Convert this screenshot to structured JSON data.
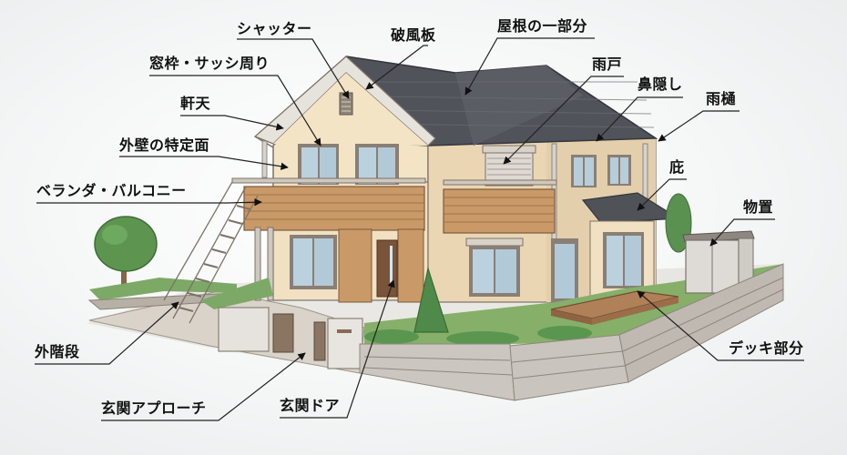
{
  "diagram": {
    "type": "labeled-house-illustration",
    "colors": {
      "background": "#eef0f1",
      "roof": "#4f5257",
      "wall": "#f2e2c4",
      "wall_shade": "#e2cfae",
      "wood_siding": "#c99a68",
      "window_glass": "#b9cfdc",
      "frame": "#8a7f74",
      "lawn": "#86b06a",
      "shrub": "#4f8a4a",
      "block_wall": "#c9c4bd",
      "deck": "#a7774e",
      "label_text": "#111111"
    },
    "labels": [
      {
        "id": "shutter",
        "text": "シャッター"
      },
      {
        "id": "bargeboard",
        "text": "破風板"
      },
      {
        "id": "roof-part",
        "text": "屋根の一部分"
      },
      {
        "id": "window-frame",
        "text": "窓枠・サッシ周り"
      },
      {
        "id": "storm-shutter",
        "text": "雨戸"
      },
      {
        "id": "fascia",
        "text": "鼻隠し"
      },
      {
        "id": "soffit",
        "text": "軒天"
      },
      {
        "id": "gutter",
        "text": "雨樋"
      },
      {
        "id": "exterior-wall",
        "text": "外壁の特定面"
      },
      {
        "id": "canopy",
        "text": "庇"
      },
      {
        "id": "veranda",
        "text": "ベランダ・バルコニー"
      },
      {
        "id": "storage-shed",
        "text": "物置"
      },
      {
        "id": "outdoor-stairs",
        "text": "外階段"
      },
      {
        "id": "deck",
        "text": "デッキ部分"
      },
      {
        "id": "entrance-approach",
        "text": "玄関アプローチ"
      },
      {
        "id": "front-door",
        "text": "玄関ドア"
      }
    ]
  }
}
